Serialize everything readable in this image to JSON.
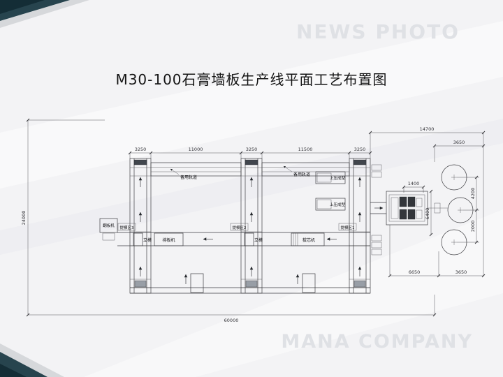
{
  "watermarks": {
    "top": "NEWS PHOTO",
    "bottom": "MANA COMPANY"
  },
  "title": "M30-100石膏墙板生产线平面工艺布置图",
  "dims": {
    "d3250_1": "3250",
    "d11000": "11000",
    "d3250_2": "3250",
    "d11500": "11500",
    "d3250_3": "3250",
    "d14700": "14700",
    "d3650_top": "3650",
    "d24000": "24000",
    "d60000": "60000",
    "d1400": "1400",
    "d6400": "6400",
    "d4200": "4200",
    "d2000": "2000",
    "d6650": "6650",
    "d3650_bottom": "3650"
  },
  "labels": {
    "spare_track": "备用轨道",
    "flip_machine": "翻板机",
    "mold_area_3": "提模区3",
    "mold_area_2": "提模区2",
    "mold_area_1": "提模区1",
    "vertical_mold": "立模",
    "plate_machine": "排板机",
    "core_machine": "拔芯机",
    "press_forming": "上压成型"
  }
}
